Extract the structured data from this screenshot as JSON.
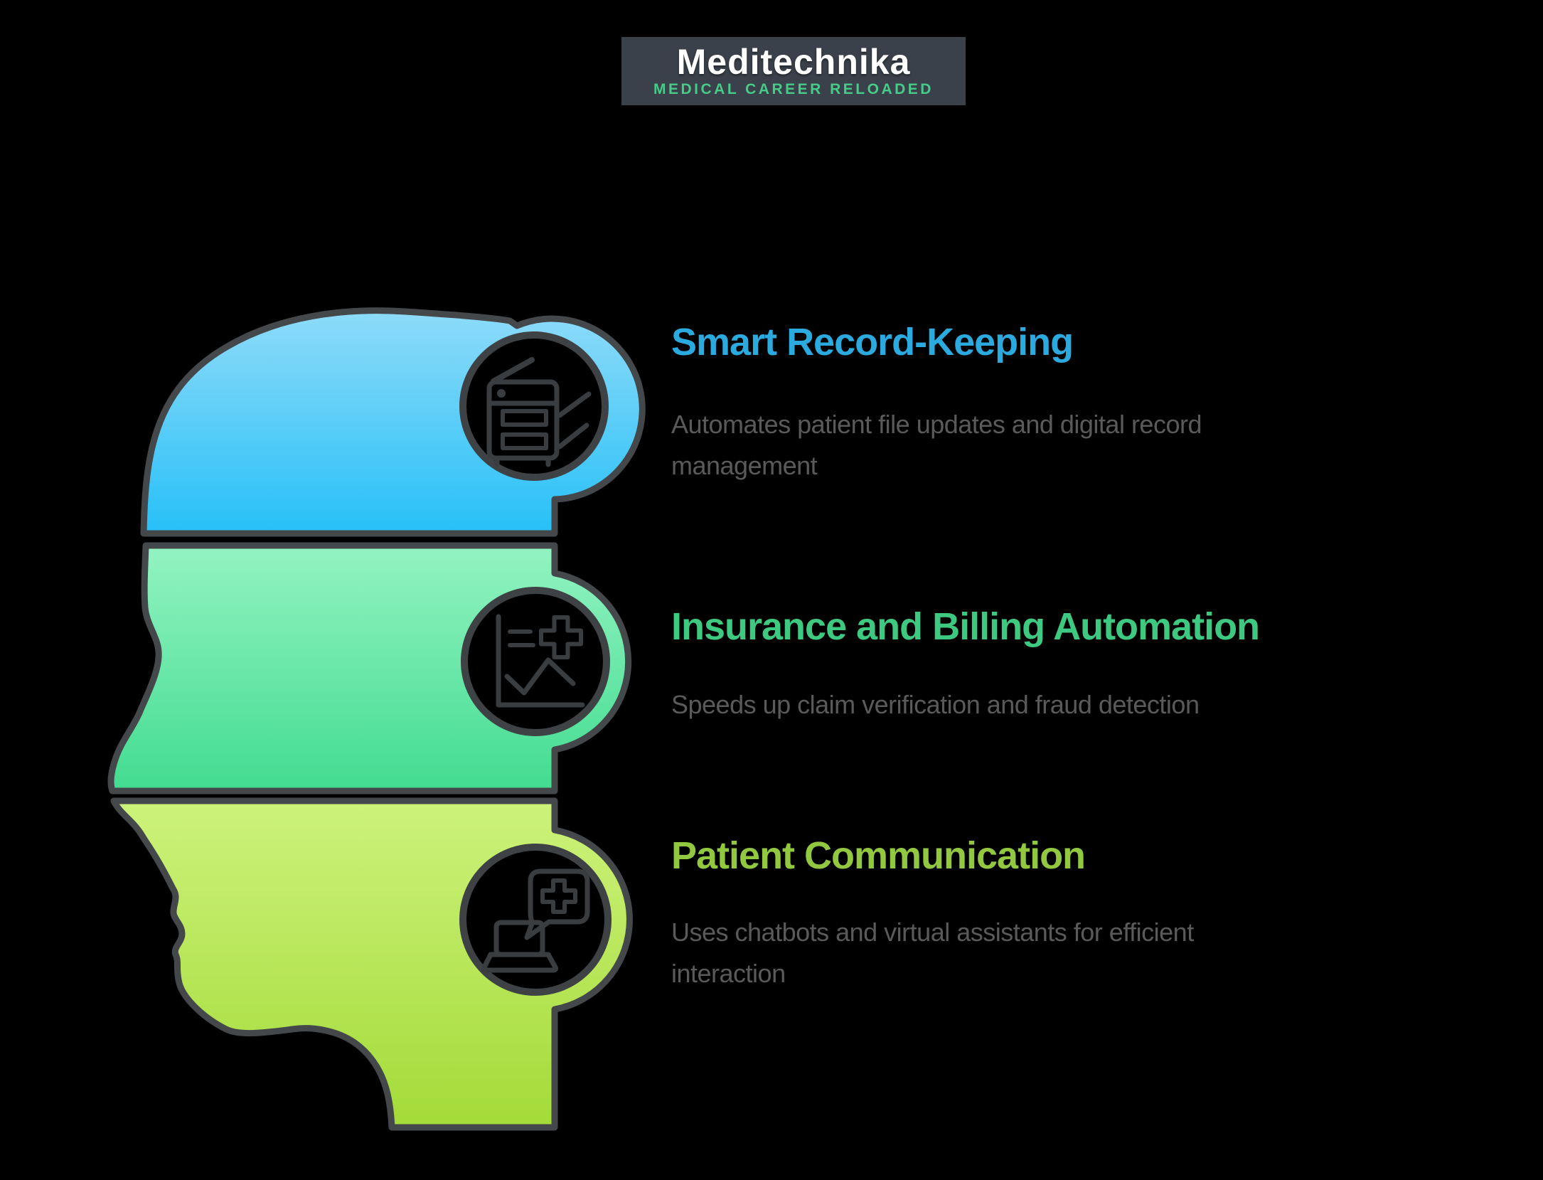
{
  "logo": {
    "title": "Meditechnika",
    "subtitle": "MEDICAL CAREER RELOADED",
    "title_color": "#FFFFFF",
    "subtitle_color": "#47CB88",
    "box_color": "#3A414A"
  },
  "items": [
    {
      "title": "Smart Record-Keeping",
      "description": "Automates patient file updates and digital record\nmanagement",
      "accent_color": "#2BAADF",
      "icon": "photocopier-icon",
      "section_gradient_top": "#8EDBF9",
      "section_gradient_bottom": "#27C0F7"
    },
    {
      "title": "Insurance and Billing Automation",
      "description": "Speeds up claim verification and fraud detection",
      "accent_color": "#3EC981",
      "icon": "medical-chart-icon",
      "section_gradient_top": "#93F3C2",
      "section_gradient_bottom": "#42DC90"
    },
    {
      "title": "Patient Communication",
      "description": "Uses chatbots and virtual assistants for efficient\ninteraction",
      "accent_color": "#92C83F",
      "icon": "chatbot-laptop-icon",
      "section_gradient_top": "#CDF27B",
      "section_gradient_bottom": "#A3DB38"
    }
  ],
  "figure": {
    "subject": "head-profile-three-sections",
    "outline_color": "#45484B",
    "icon_stroke_color": "#3A3D40",
    "body_text_color": "#5A5A5A",
    "background_color": "#000000"
  }
}
